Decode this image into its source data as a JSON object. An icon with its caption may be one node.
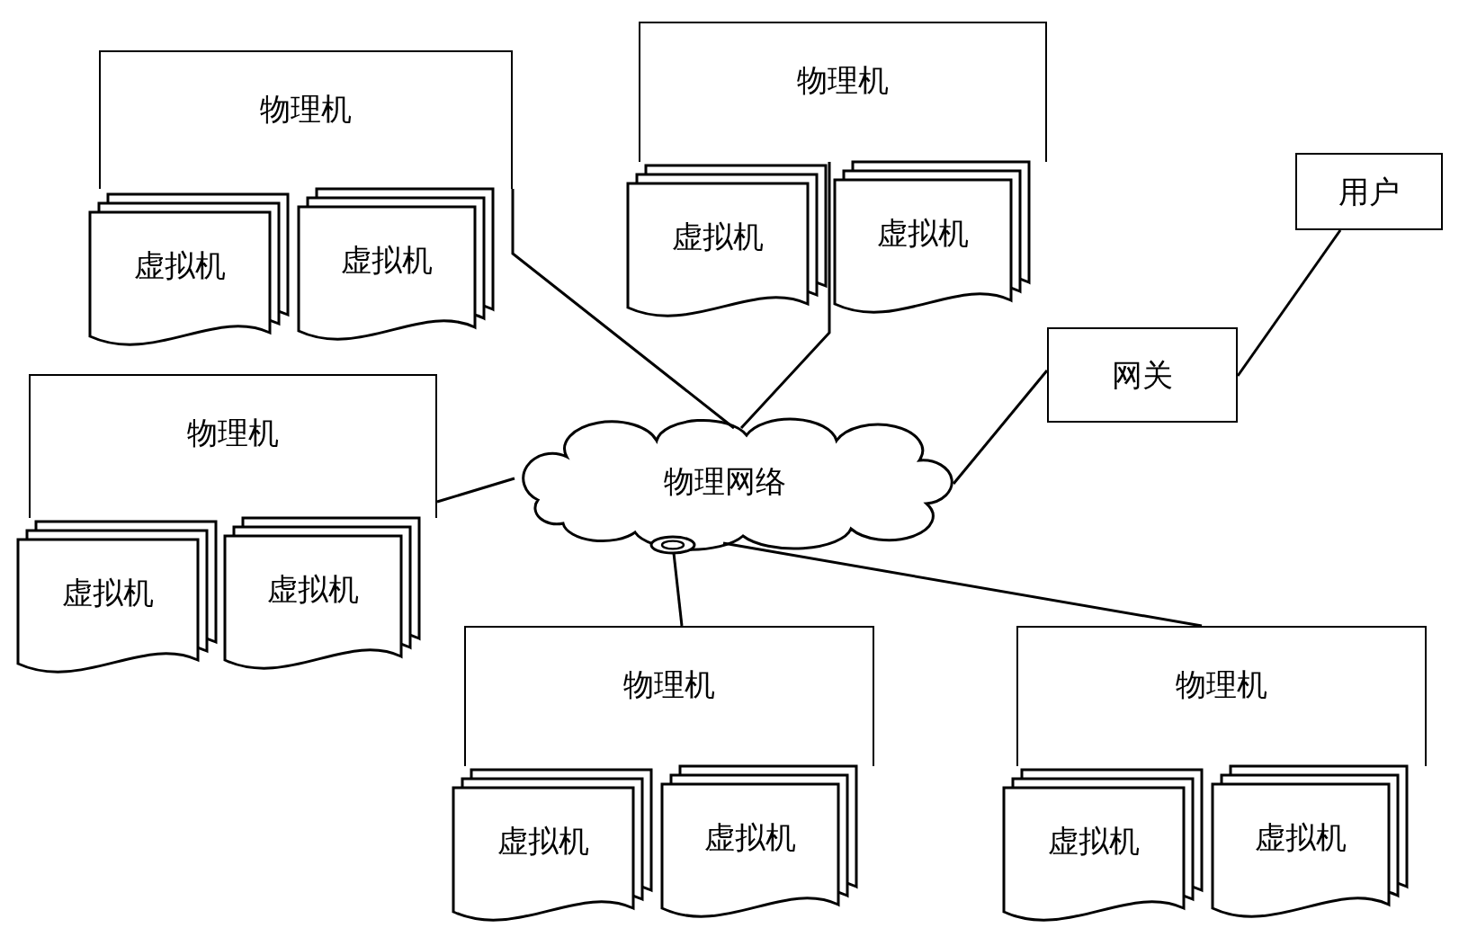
{
  "diagram": {
    "nodes": [
      {
        "text": [
          "物理机"
        ]
      },
      {
        "text": [
          "虚拟机"
        ]
      },
      {
        "text": [
          "虚拟机"
        ]
      },
      {
        "text": [
          "物理机"
        ]
      },
      {
        "text": [
          "虚拟机"
        ]
      },
      {
        "text": [
          "虚拟机"
        ]
      },
      {
        "text": [
          "用户"
        ]
      },
      {
        "text": [
          "物理机"
        ]
      },
      {
        "text": [
          "虚拟机"
        ]
      },
      {
        "text": [
          "虚拟机"
        ]
      },
      {
        "text": [
          "网关"
        ]
      },
      {
        "text": [
          "物理网络"
        ]
      },
      {
        "text": [
          "物理机"
        ]
      },
      {
        "text": [
          "虚拟机"
        ]
      },
      {
        "text": [
          "虚拟机"
        ]
      },
      {
        "text": [
          "物理机"
        ]
      },
      {
        "text": [
          "虚拟机"
        ]
      },
      {
        "text": [
          "虚拟机"
        ]
      }
    ],
    "edges": [
      {
        "from": 0,
        "to": 11,
        "arrow": "none"
      },
      {
        "from": 3,
        "to": 11,
        "arrow": "none"
      },
      {
        "from": 7,
        "to": 11,
        "arrow": "none"
      },
      {
        "from": 10,
        "to": 11,
        "arrow": "none"
      },
      {
        "from": 10,
        "to": 6,
        "arrow": "none"
      },
      {
        "from": 11,
        "to": 12,
        "arrow": "other"
      },
      {
        "from": 11,
        "to": 15,
        "arrow": "none"
      }
    ]
  }
}
